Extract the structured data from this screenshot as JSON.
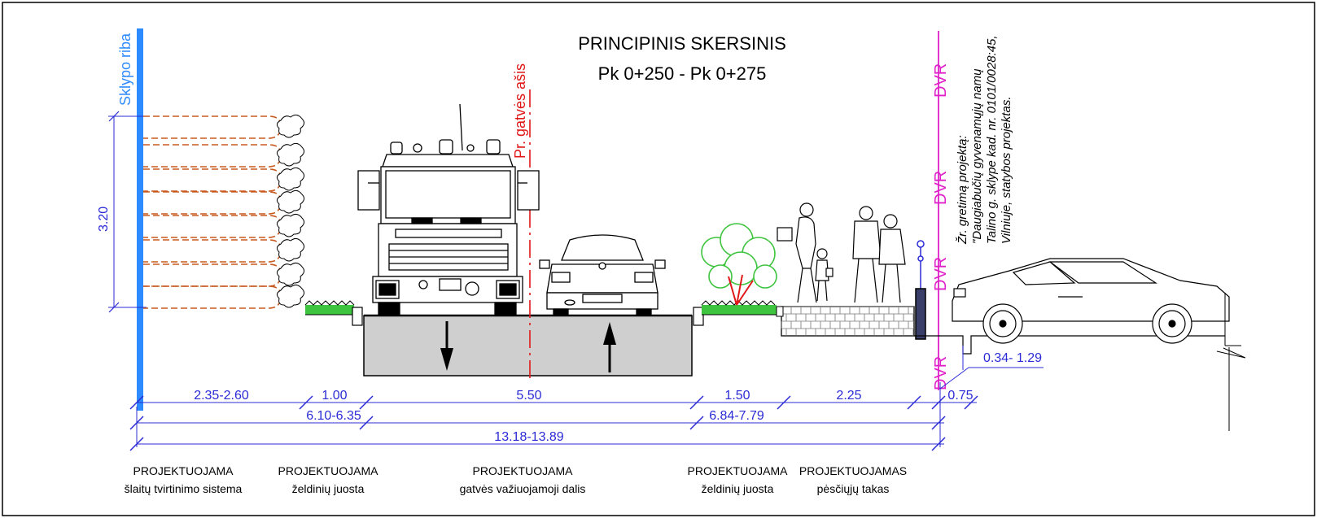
{
  "title": {
    "line1": "PRINCIPINIS SKERSINIS",
    "line2": "Pk 0+250 - Pk 0+275"
  },
  "labels": {
    "boundary": "Sklypo riba",
    "street_axis": "Pr. gatvės ašis",
    "dvr": "DVR",
    "height_dim": "3.20",
    "side_dim": "0.34- 1.29"
  },
  "note": {
    "line1": "Žr. gretimą projektą:",
    "line2": "\"Daugiabučių gyvenamųjų namų",
    "line3": "Talino g. sklype kad. nr. 0101/0028:45,",
    "line4": "Vilniuje, statybos projektas."
  },
  "dimensions": {
    "row1": [
      "2.35-2.60",
      "1.00",
      "5.50",
      "1.50",
      "2.25",
      "0.75"
    ],
    "row2": [
      "6.10-6.35",
      "6.84-7.79"
    ],
    "row3": [
      "13.18-13.89"
    ]
  },
  "bottom_labels": [
    {
      "line1": "PROJEKTUOJAMA",
      "line2": "šlaitų tvirtinimo sistema"
    },
    {
      "line1": "PROJEKTUOJAMA",
      "line2": "želdinių juosta"
    },
    {
      "line1": "PROJEKTUOJAMA",
      "line2": "gatvės važiuojamoji dalis"
    },
    {
      "line1": "PROJEKTUOJAMA",
      "line2": "želdinių juosta"
    },
    {
      "line1": "PROJEKTUOJAMAS",
      "line2": "pėsčiųjų takas"
    }
  ],
  "colors": {
    "dimension": "#2b2bd6",
    "axis": "#e01818",
    "dvr": "#e020c8",
    "boundary": "#2e8bff",
    "anchors": "#c85a20",
    "vegetation": "#3ec43e",
    "road": "#cfcfcf"
  }
}
